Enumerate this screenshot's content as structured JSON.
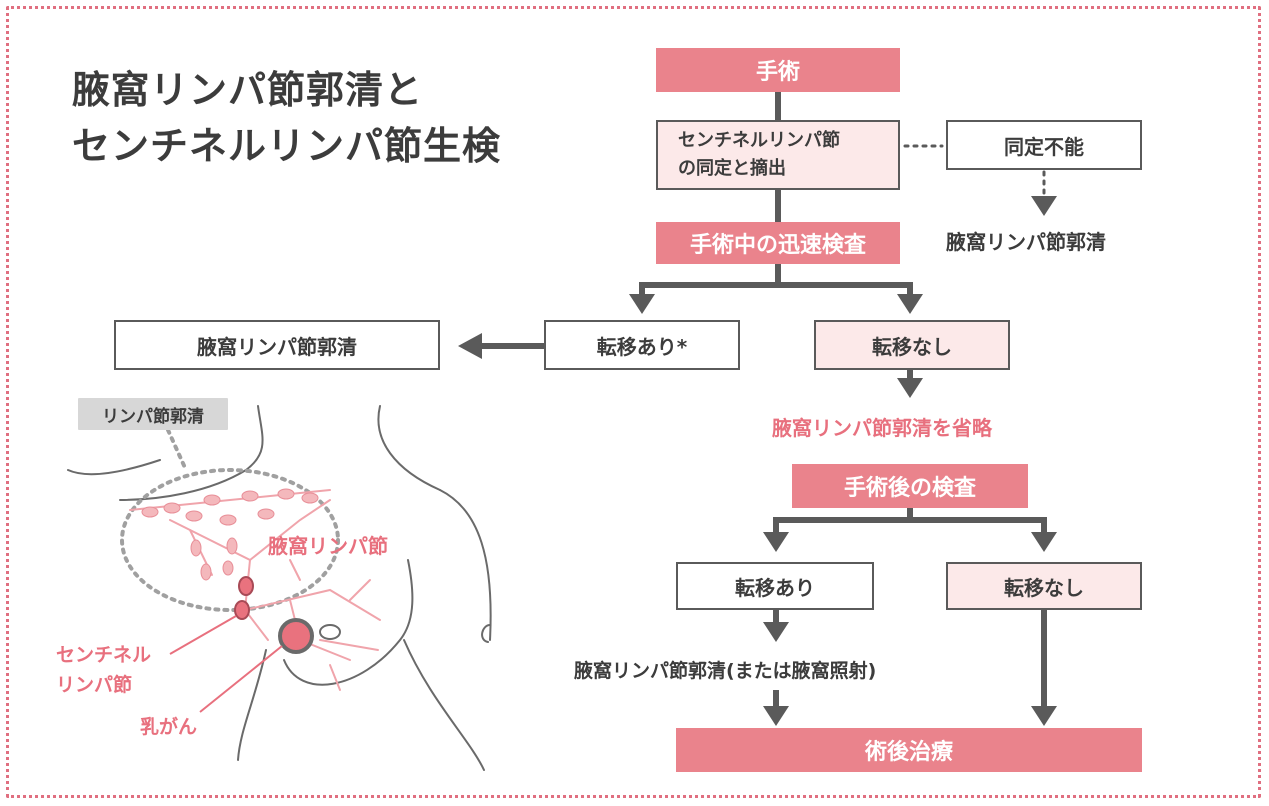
{
  "title": {
    "line1": "腋窩リンパ節郭清と",
    "line2": "センチネルリンパ節生検"
  },
  "flow": {
    "surgery": "手術",
    "sentinel_identify_line1": "センチネルリンパ節",
    "sentinel_identify_line2": "の同定と摘出",
    "not_identified": "同定不能",
    "not_identified_result": "腋窩リンパ節郭清",
    "intraop_exam": "手術中の迅速検査",
    "metastasis_yes_star": "転移あり*",
    "metastasis_no_1": "転移なし",
    "axillary_dissection_left": "腋窩リンパ節郭清",
    "omit_dissection": "腋窩リンパ節郭清を省略",
    "postop_exam": "手術後の検査",
    "metastasis_yes_2": "転移あり",
    "metastasis_no_2": "転移なし",
    "dissection_or_radiation": "腋窩リンパ節郭清(または腋窩照射)",
    "postop_treatment": "術後治療"
  },
  "illustration": {
    "dissection_tag": "リンパ節郭清",
    "axillary_nodes": "腋窩リンパ節",
    "sentinel_line1": "センチネル",
    "sentinel_line2": "リンパ節",
    "breast_cancer": "乳がん"
  },
  "colors": {
    "accent": "#ea838c",
    "accent_text": "#e8707e",
    "light_pink": "#fce9e9",
    "line": "#5a5a5a",
    "node_fill": "#f4b8bc",
    "body_outline": "#6a6a6a"
  }
}
